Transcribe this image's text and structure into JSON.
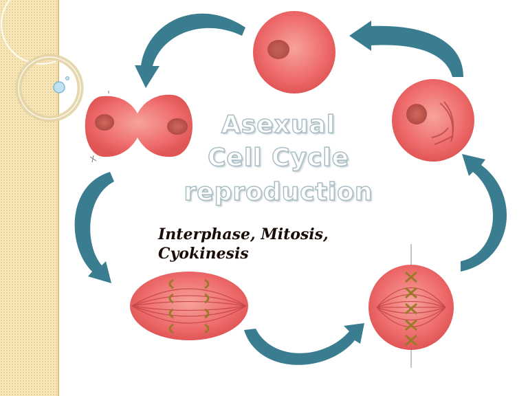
{
  "slide": {
    "title_line1": "Asexual",
    "title_line2": "Cell Cycle",
    "title_line3": "reproduction",
    "subtitle": "Interphase, Mitosis, Cyokinesis"
  },
  "colors": {
    "cell_fill": "#ee6b6b",
    "cell_light": "#f7a39c",
    "arrow": "#3a7d90",
    "chromosome": "#9a7a2a",
    "sidebar": "#f6e6b8"
  },
  "icons": [
    "circular-arrow-icon",
    "cell-icon"
  ]
}
